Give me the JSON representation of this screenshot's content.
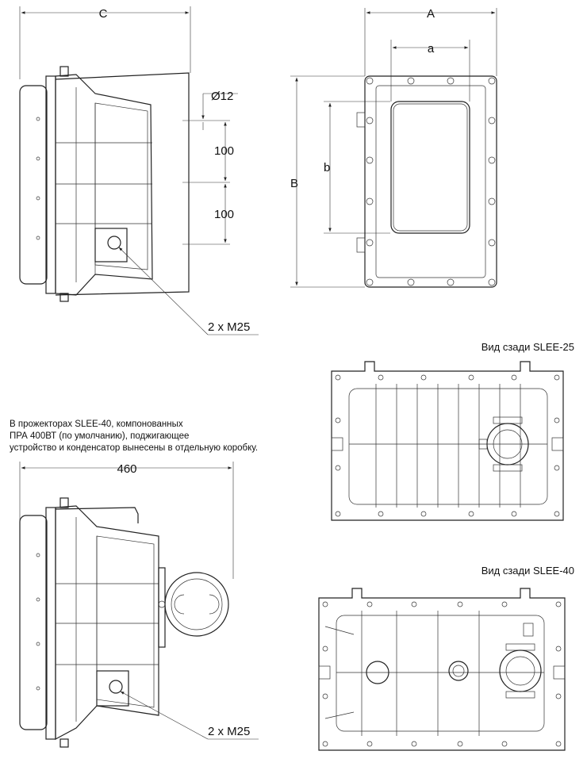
{
  "labels": {
    "dim_c": "C",
    "dim_a_upper": "A",
    "dim_a_lower": "a",
    "dim_b_upper": "B",
    "dim_b_lower": "b",
    "dim_diameter": "Ø12",
    "dim_spacing_1": "100",
    "dim_spacing_2": "100",
    "dim_460": "460",
    "thread_top": "2 x M25",
    "thread_bottom": "2 x M25"
  },
  "captions": {
    "rear_view_25": "Вид сзади SLEE-25",
    "rear_view_40": "Вид сзади SLEE-40"
  },
  "note": {
    "line1": "В прожекторах SLEE-40, компонованных",
    "line2": "ПРА 400ВТ (по умолчанию),  поджигающее",
    "line3": "устройство и конденсатор вынесены в отдельную коробку."
  }
}
